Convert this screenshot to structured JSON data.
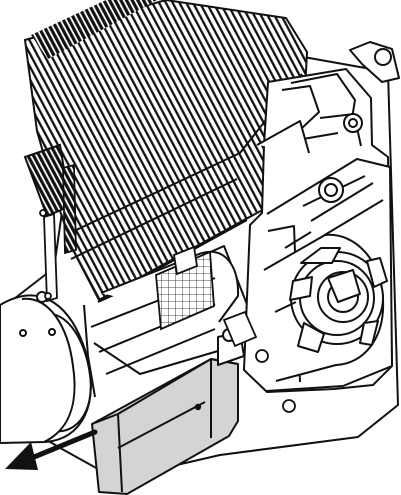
{
  "colors": {
    "line": "#111111",
    "fill": "#ffffff",
    "highlight": "#d4d4d4",
    "arrow": "#111111"
  },
  "callouts": {
    "movement_arrow_direction": "down-left"
  },
  "components": [
    "motor-housing",
    "cooling-fins",
    "terminal-cover",
    "gearbox",
    "output-hub"
  ]
}
